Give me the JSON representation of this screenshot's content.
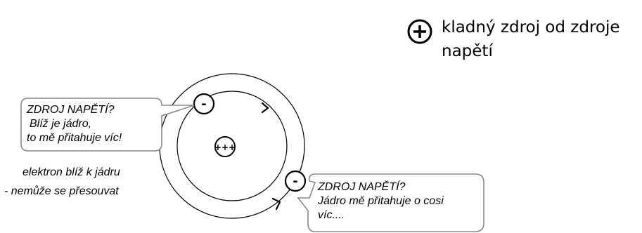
{
  "legend": {
    "symbol": "+",
    "text_line1": "kladný zdroj od zdroje",
    "text_line2": "napětí"
  },
  "atom": {
    "nucleus_label": "+++",
    "inner_electron_label": "-",
    "outer_electron_label": "-"
  },
  "callout_left": {
    "line1": "ZDROJ NAPĚTÍ?",
    "line2": "Blíž je jádro,",
    "line3": "to mě přitahuje víc!"
  },
  "callout_right": {
    "line1": "ZDROJ NAPĚTÍ?",
    "line2": "Jádro mě přitahuje o cosi",
    "line3": "víc...."
  },
  "caption": {
    "line1": "elektron blíž k jádru",
    "line2": "- nemůže se přesouvat"
  },
  "colors": {
    "stroke": "#000000",
    "bubble_stroke": "#8a8a8a",
    "background": "#ffffff"
  }
}
